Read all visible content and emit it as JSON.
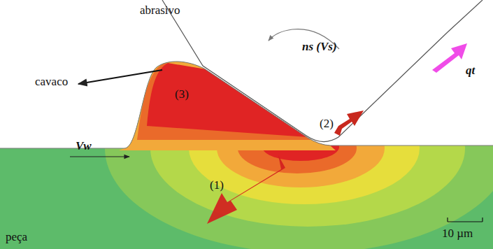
{
  "diagram": {
    "labels": [
      "abrasivo",
      "cavaco",
      "ns (Vs)",
      "(3)",
      "(2)",
      "qt",
      "Vw",
      "(1)",
      "peça",
      "10 µm"
    ]
  }
}
